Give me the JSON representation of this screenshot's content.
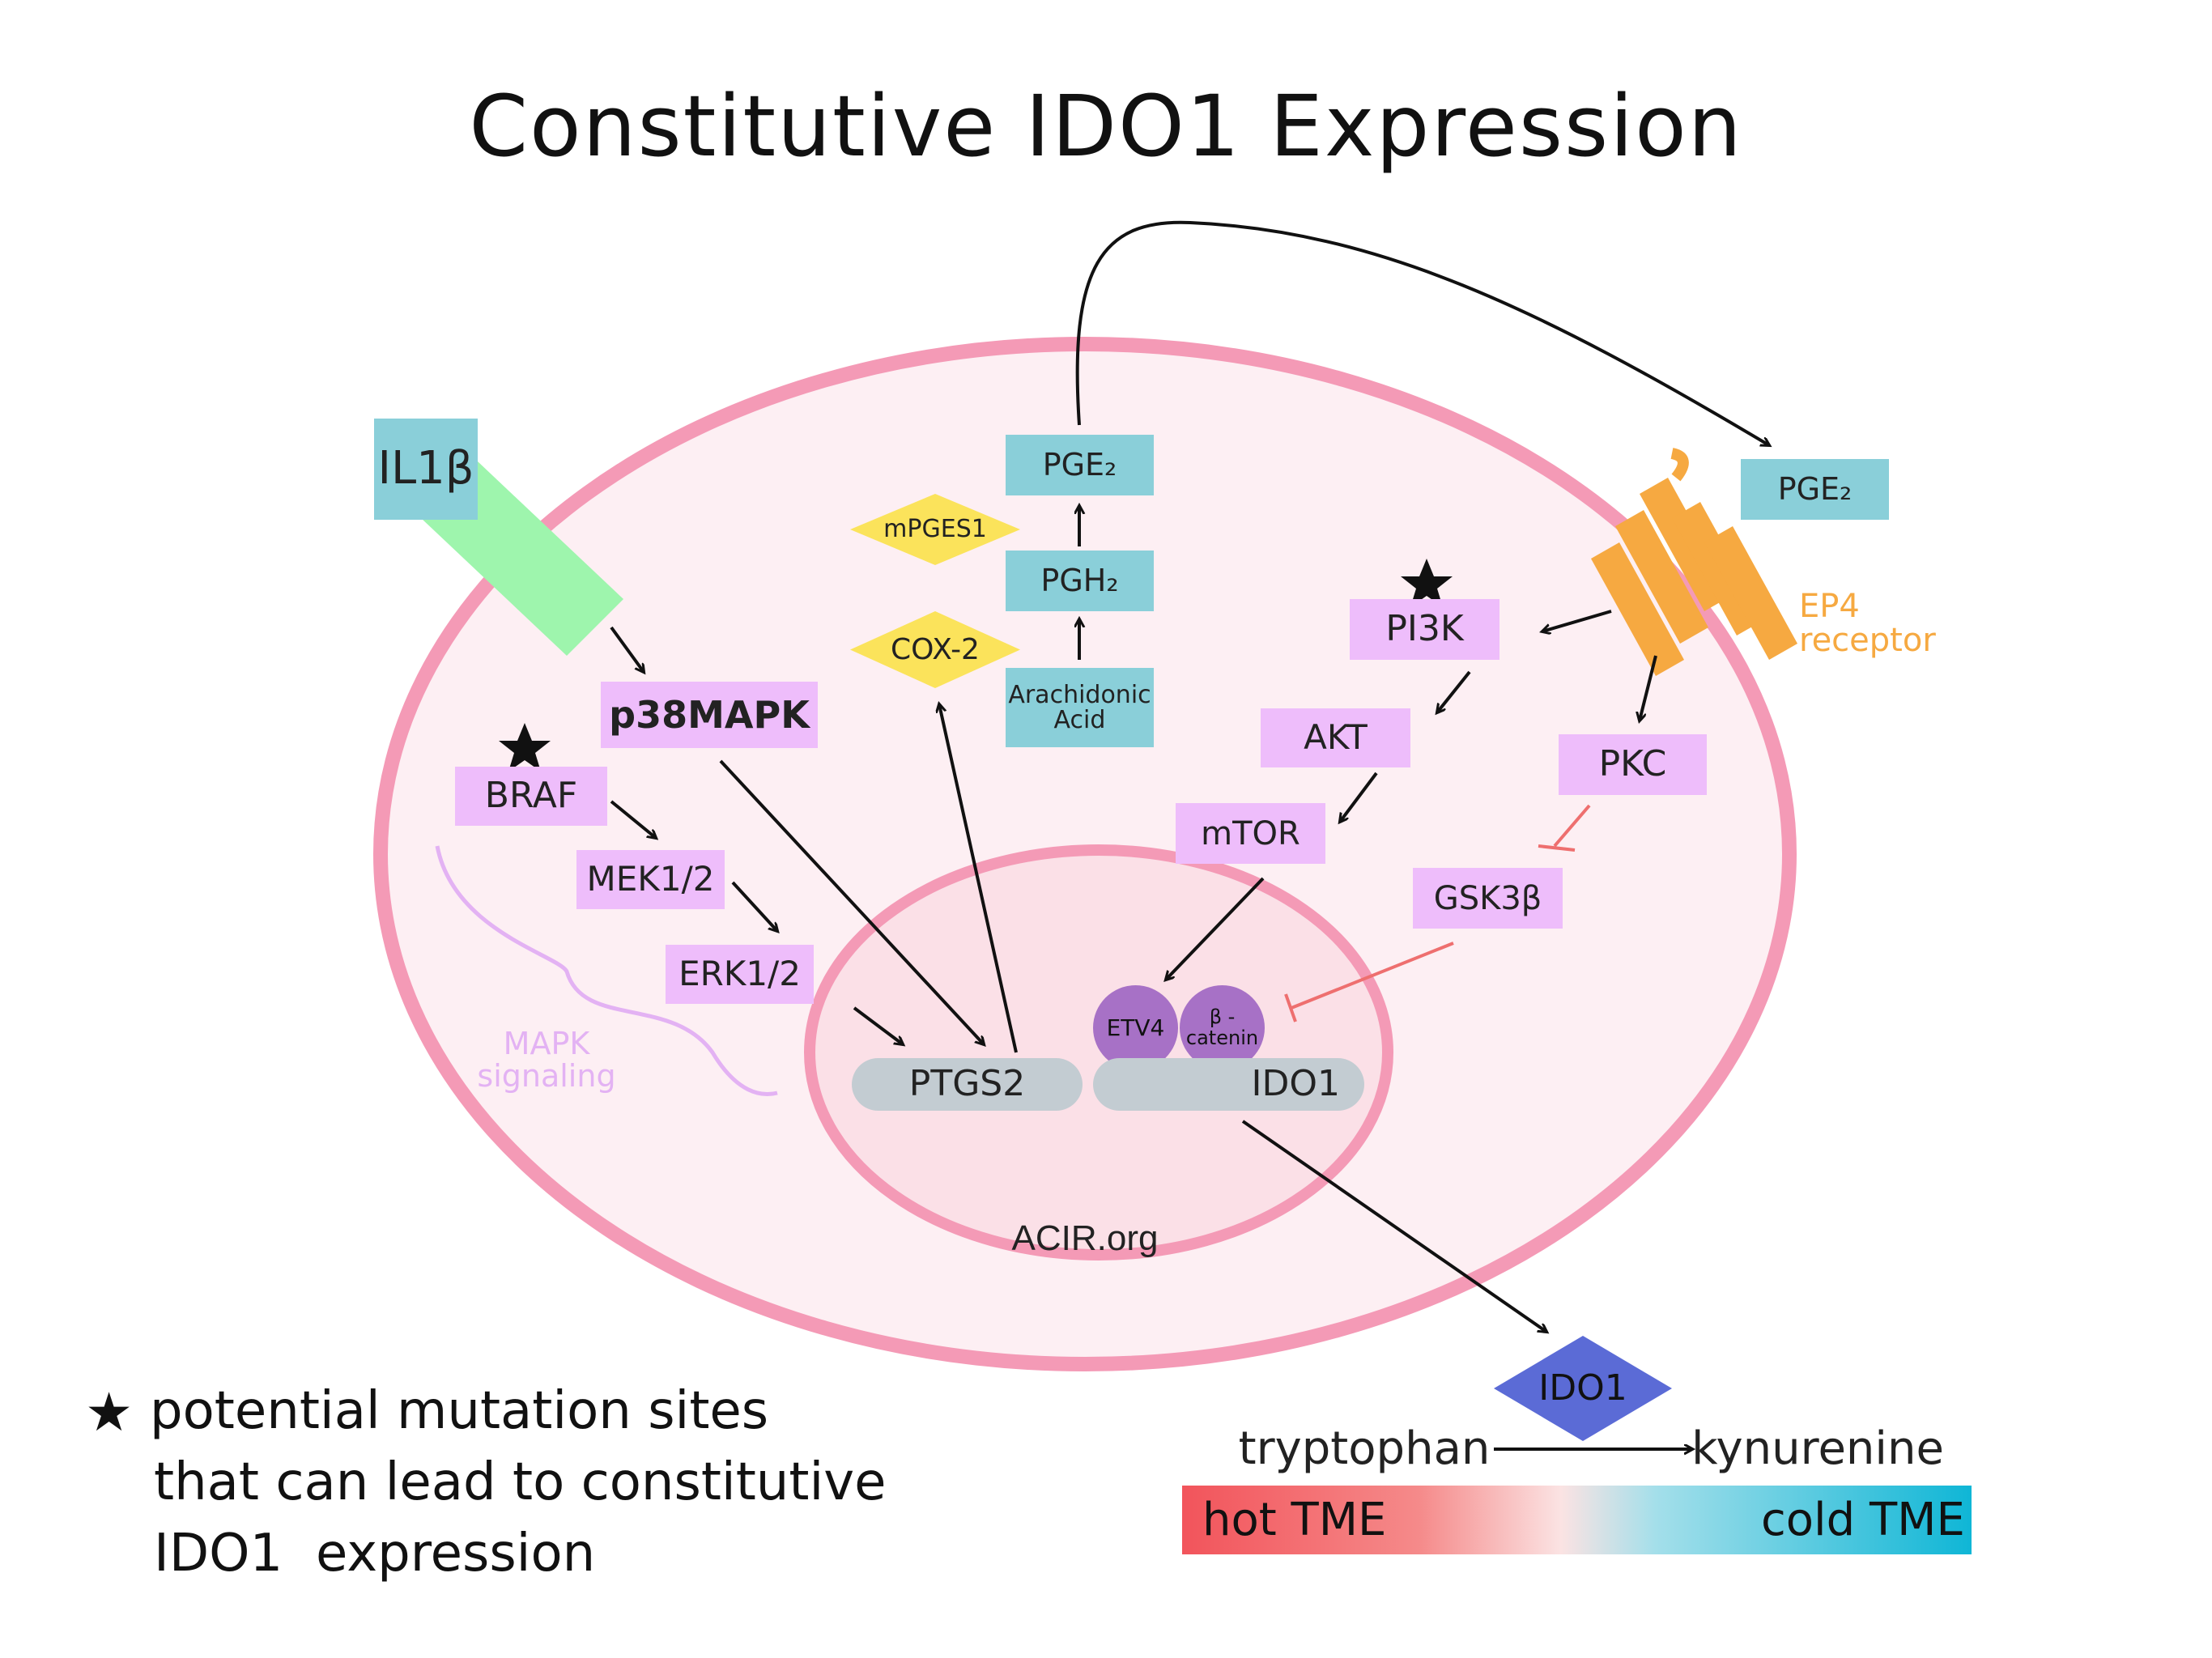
{
  "title": "Constitutive IDO1 Expression",
  "colors": {
    "cell_fill": "#fdeff3",
    "membrane": "#f49ab6",
    "protein": "#eebdfb",
    "metabolite": "#8acfd9",
    "enzyme": "#fbe35b",
    "receptor": "#f6a941",
    "il1b_receptor": "#9ef5ad",
    "inhibition": "#ee6f6f",
    "ido1_enzyme": "#5b6bd6"
  },
  "nodes": {
    "il1b": "IL1β",
    "p38mapk": "p38MAPK",
    "braf": "BRAF",
    "mek": "MEK1/2",
    "erk": "ERK1/2",
    "mapk_signaling": "MAPK\nsignaling",
    "pge2_inner": "PGE₂",
    "pgh2": "PGH₂",
    "arachidonic": "Arachidonic\nAcid",
    "mpges1": "mPGES1",
    "cox2": "COX-2",
    "pge2_outer": "PGE₂",
    "ep4": "EP4\nreceptor",
    "pi3k": "PI3K",
    "akt": "AKT",
    "mtor": "mTOR",
    "pkc": "PKC",
    "gsk3b": "GSK3β",
    "etv4": "ETV4",
    "bcatenin": "β -\ncatenin",
    "ptgs2": "PTGS2",
    "ido1_gene": "IDO1",
    "ido1_enzyme": "IDO1"
  },
  "watermark": "ACIR.org",
  "legend": {
    "symbol": "★",
    "line1": "potential mutation sites",
    "line2": "that can lead to constitutive",
    "line3": "IDO1  expression"
  },
  "reaction": {
    "substrate": "tryptophan",
    "product": "kynurenine"
  },
  "tme": {
    "hot": "hot TME",
    "cold": "cold TME"
  }
}
